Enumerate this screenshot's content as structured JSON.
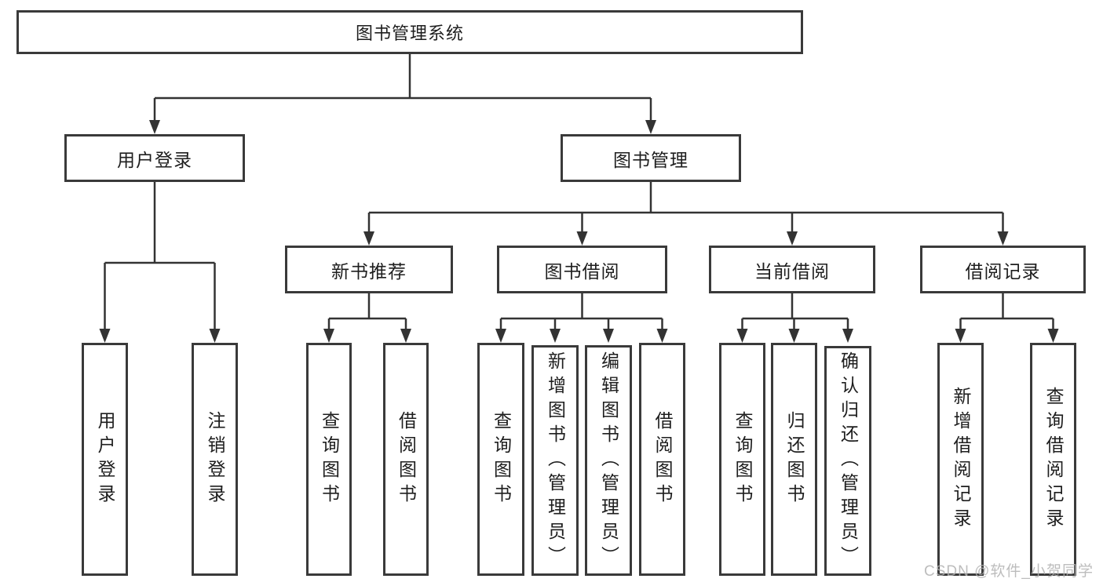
{
  "diagram_title": "图书管理系统",
  "colors": {
    "line": "#333333",
    "box_border": "#3a3a3a",
    "text": "#1e1e1e",
    "background": "#ffffff",
    "watermark": "#b2b2b2"
  },
  "watermark": {
    "text": "CSDN @软件_小贺同学"
  },
  "nodes": {
    "root": {
      "label": "图书管理系统"
    },
    "user_login_module": {
      "label": "用户登录"
    },
    "book_management": {
      "label": "图书管理"
    },
    "ul_login": {
      "label": "用户登录"
    },
    "ul_logout": {
      "label": "注销登录"
    },
    "new_book_recommend": {
      "label": "新书推荐"
    },
    "book_borrowing": {
      "label": "图书借阅"
    },
    "current_borrowing": {
      "label": "当前借阅"
    },
    "borrowing_records": {
      "label": "借阅记录"
    },
    "nbr_query_books": {
      "label": "查询图书"
    },
    "nbr_borrow_books": {
      "label": "借阅图书"
    },
    "bb_query_books": {
      "label": "查询图书"
    },
    "bb_add_books_admin": {
      "label": "新增图书（管理员）"
    },
    "bb_edit_books_admin": {
      "label": "编辑图书（管理员）"
    },
    "bb_borrow_books": {
      "label": "借阅图书"
    },
    "cb_query_books": {
      "label": "查询图书"
    },
    "cb_return_books": {
      "label": "归还图书"
    },
    "cb_confirm_return_admin": {
      "label": "确认归还（管理员）"
    },
    "br_add_record": {
      "label": "新增借阅记录"
    },
    "br_query_record": {
      "label": "查询借阅记录"
    }
  },
  "hierarchy": {
    "图书管理系统": {
      "用户登录": [
        "用户登录",
        "注销登录"
      ],
      "图书管理": {
        "新书推荐": [
          "查询图书",
          "借阅图书"
        ],
        "图书借阅": [
          "查询图书",
          "新增图书（管理员）",
          "编辑图书（管理员）",
          "借阅图书"
        ],
        "当前借阅": [
          "查询图书",
          "归还图书",
          "确认归还（管理员）"
        ],
        "借阅记录": [
          "新增借阅记录",
          "查询借阅记录"
        ]
      }
    }
  }
}
